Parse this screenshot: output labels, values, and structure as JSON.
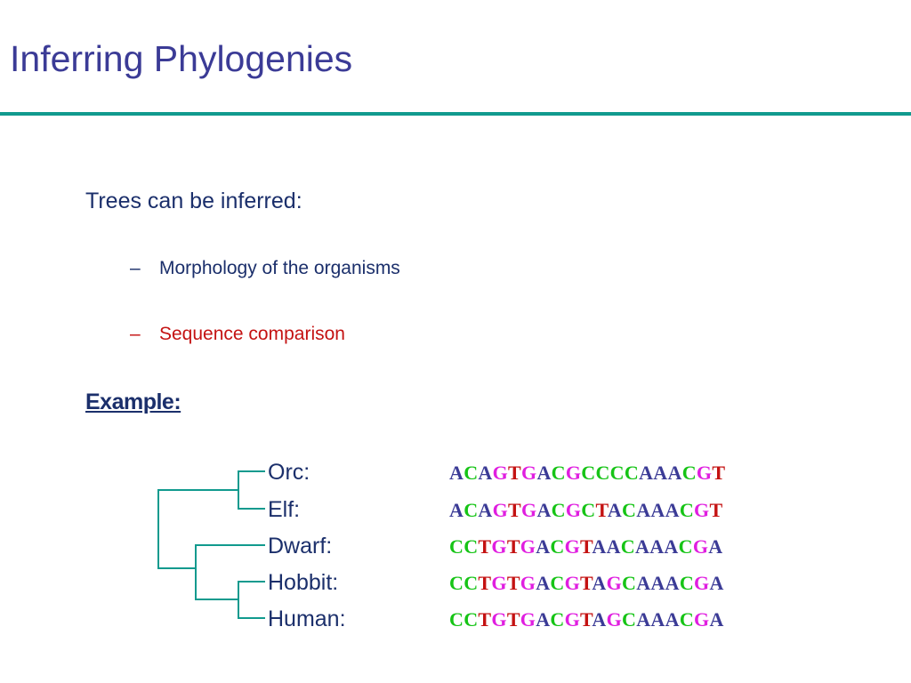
{
  "slide": {
    "title": "Inferring Phylogenies",
    "bullet": "Trees can be inferred:",
    "sub_items": [
      {
        "dash": "–",
        "text": "Morphology of the organisms"
      },
      {
        "dash": "–",
        "text": "Sequence comparison"
      }
    ],
    "example_label": "Example:"
  },
  "organisms": [
    {
      "name": "Orc:",
      "sequence": "ACAGTGACGCCCCAAACGT"
    },
    {
      "name": "Elf:",
      "sequence": "ACAGTGACGCTACAAACGT"
    },
    {
      "name": "Dwarf:",
      "sequence": "CCTGTGACGTAACAAACGA"
    },
    {
      "name": "Hobbit:",
      "sequence": "CCTGTGACGTAGCAAACGA"
    },
    {
      "name": "Human:",
      "sequence": "CCTGTGACGTAGCAAACGA"
    }
  ],
  "colors": {
    "title": "#3b3b96",
    "rule": "#119a8e",
    "body_text": "#1b2f6b",
    "highlight": "#c41212",
    "tree": "#119a8e",
    "nucleotides": {
      "A": "#3b3b96",
      "C": "#16c416",
      "G": "#e01ee0",
      "T": "#c41212"
    }
  }
}
